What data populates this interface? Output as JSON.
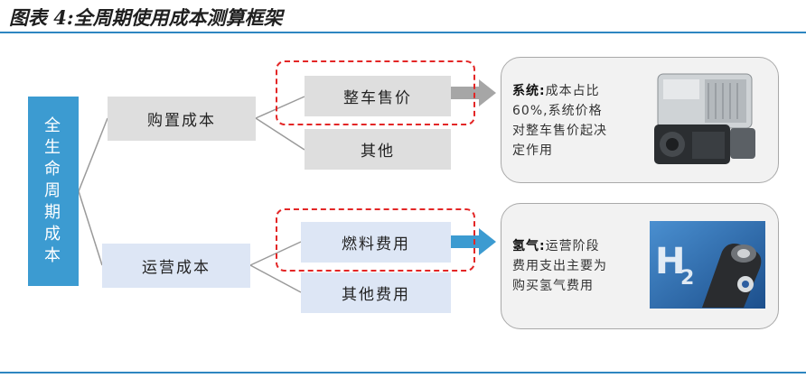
{
  "title": "图表 4:全周期使用成本测算框架",
  "root": {
    "chars": [
      "全",
      "生",
      "命",
      "周",
      "期",
      "成",
      "本"
    ]
  },
  "branches": {
    "purchase": "购置成本",
    "operation": "运营成本"
  },
  "leaves": {
    "vehicle_price": "整车售价",
    "other": "其他",
    "fuel_cost": "燃料费用",
    "other_cost": "其他费用"
  },
  "notes": {
    "system_label": "系统:",
    "system_line1": "成本占比",
    "system_line2": "60%,系统价格",
    "system_line3": "对整车售价起决",
    "system_line4": "定作用",
    "hydrogen_label": "氢气:",
    "hydrogen_line1": "运营阶段",
    "hydrogen_line2": "费用支出主要为",
    "hydrogen_line3": "购买氢气费用"
  },
  "colors": {
    "accent": "#3c9bd1",
    "gray_box": "#dedede",
    "blue_box": "#dde6f5",
    "dash": "#e32626",
    "rule": "#2e86c1"
  },
  "icons": {
    "fuel_cell_system": "fuel-cell-system-image",
    "hydrogen_nozzle": "hydrogen-nozzle-image"
  }
}
